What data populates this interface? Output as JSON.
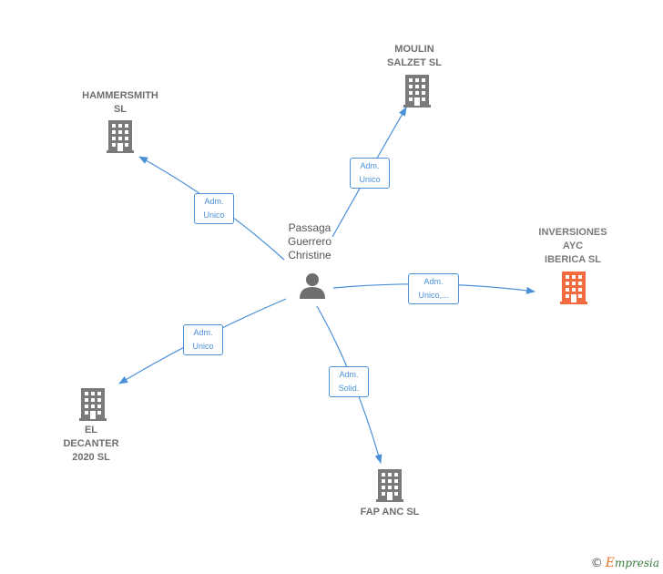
{
  "colors": {
    "building_default": "#7a7a7a",
    "building_highlight": "#f26a3d",
    "person": "#6e6e6e",
    "edge": "#4a90d9"
  },
  "person": {
    "label": "Passaga\nGuerrero\nChristine",
    "icon": "person-icon"
  },
  "companies": {
    "moulin": {
      "label": "MOULIN\nSALZET  SL",
      "icon": "building-icon"
    },
    "hammersmith": {
      "label": "HAMMERSMITH\nSL",
      "icon": "building-icon"
    },
    "inversiones": {
      "label": "INVERSIONES\nAYC\nIBERICA  SL",
      "icon": "building-icon"
    },
    "decanter": {
      "label": "EL\nDECANTER\n2020  SL",
      "icon": "building-icon"
    },
    "fap": {
      "label": "FAP ANC  SL",
      "icon": "building-icon"
    }
  },
  "edges": {
    "moulin": "Adm.\nUnico",
    "hammersmith": "Adm.\nUnico",
    "inversiones": "Adm.\nUnico,...",
    "decanter": "Adm.\nUnico",
    "fap": "Adm.\nSolid."
  },
  "footer": {
    "copyright": "©",
    "brand_first": "E",
    "brand_rest": "mpresia"
  }
}
